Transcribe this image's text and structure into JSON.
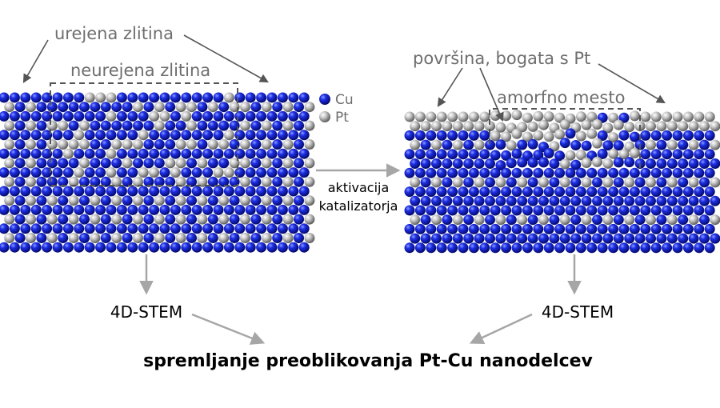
{
  "labels": {
    "ordered_alloy": "urejena zlitina",
    "disordered_alloy": "neurejena zlitina",
    "pt_rich_surface": "površina, bogata s Pt",
    "amorphous_site": "amorfno mesto",
    "activation_line1": "aktivacija",
    "activation_line2": "katalizatorja",
    "stem_left": "4D-STEM",
    "stem_right": "4D-STEM",
    "title": "spremljanje preoblikovanja Pt-Cu nanodelcev"
  },
  "legend": [
    {
      "element": "Cu",
      "color": "#0a14c8"
    },
    {
      "element": "Pt",
      "color": "#a8a8a8"
    }
  ],
  "colors": {
    "cu_atom": "#0a14c8",
    "pt_atom": "#a8a8a8",
    "arrow": "#a6a6a6",
    "callout_arrow": "#555555",
    "dashed_box": "#555555"
  }
}
